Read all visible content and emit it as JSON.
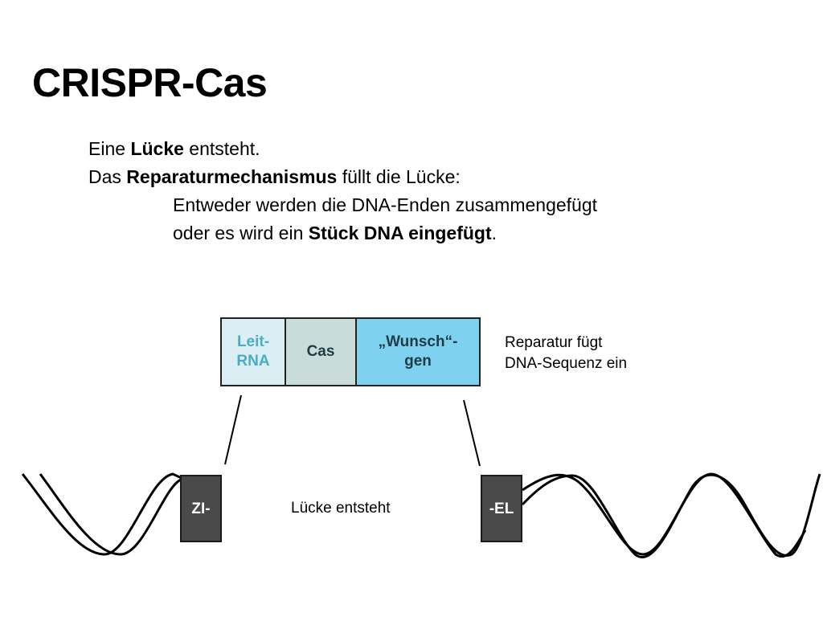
{
  "slide": {
    "title": "CRISPR-Cas",
    "line1": {
      "a": "Eine ",
      "b": "Lücke",
      "c": " entsteht."
    },
    "line2": {
      "a": "Das ",
      "b": "Reparaturmechanismus",
      "c": " füllt die Lücke:"
    },
    "line3": "Entweder werden die DNA-Enden zusammengefügt",
    "line4": {
      "a": "oder es wird ein ",
      "b": "Stück DNA eingefügt",
      "c": "."
    }
  },
  "construct": {
    "leit_line1": "Leit-",
    "leit_line2": "RNA",
    "cas": "Cas",
    "wunsch_line1": "„Wunsch“-",
    "wunsch_line2": "gen"
  },
  "labels": {
    "repair_line1": "Reparatur fügt",
    "repair_line2": "DNA-Sequenz ein",
    "gap": "Lücke entsteht",
    "left_end": "ZI-",
    "right_end": "-EL"
  },
  "colors": {
    "leit_fill": "#daeef3",
    "leit_text": "#4bacc6",
    "cas_fill": "#c9dcda",
    "wunsch_fill": "#7ed2f0",
    "end_block_fill": "#4a4a4a"
  }
}
